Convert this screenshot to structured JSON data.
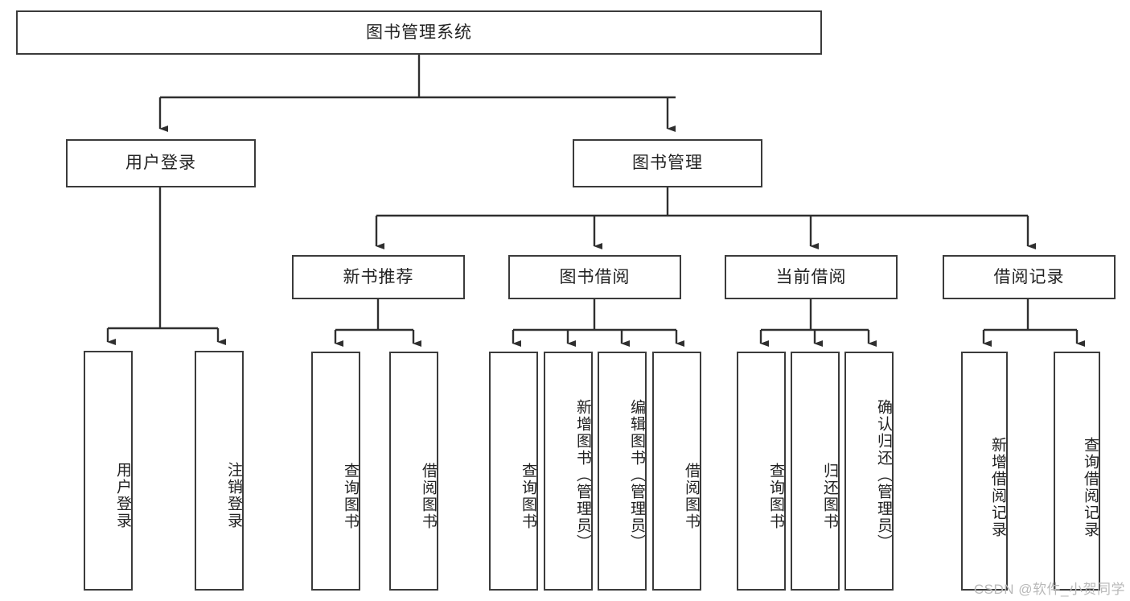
{
  "diagram": {
    "type": "tree-hierarchy",
    "title": "图书管理系统",
    "watermark": "CSDN @软件_小贺同学",
    "stroke_color": "#3b3b3b",
    "fill_color": "#ffffff",
    "text_color": "#222222",
    "levels": 4,
    "root": {
      "label": "图书管理系统",
      "children": [
        {
          "label": "用户登录",
          "children": [
            {
              "label": "用户登录"
            },
            {
              "label": "注销登录"
            }
          ]
        },
        {
          "label": "图书管理",
          "children": [
            {
              "label": "新书推荐",
              "children": [
                {
                  "label": "查询图书"
                },
                {
                  "label": "借阅图书"
                }
              ]
            },
            {
              "label": "图书借阅",
              "children": [
                {
                  "label": "查询图书"
                },
                {
                  "label": "新增图书（管理员）"
                },
                {
                  "label": "编辑图书（管理员）"
                },
                {
                  "label": "借阅图书"
                }
              ]
            },
            {
              "label": "当前借阅",
              "children": [
                {
                  "label": "查询图书"
                },
                {
                  "label": "归还图书"
                },
                {
                  "label": "确认归还（管理员）"
                }
              ]
            },
            {
              "label": "借阅记录",
              "children": [
                {
                  "label": "新增借阅记录"
                },
                {
                  "label": "查询借阅记录"
                }
              ]
            }
          ]
        }
      ]
    },
    "nodes": {
      "root": "图书管理系统",
      "l2_user_login": "用户登录",
      "l2_book_manage": "图书管理",
      "l3_new_book": "新书推荐",
      "l3_book_borrow": "图书借阅",
      "l3_current_borrow": "当前借阅",
      "l3_borrow_record": "借阅记录",
      "leaf_user_login": "用户登录",
      "leaf_logout": "注销登录",
      "leaf_nb_query": "查询图书",
      "leaf_nb_borrow": "借阅图书",
      "leaf_bb_query": "查询图书",
      "leaf_bb_add": "新增图书（管理员）",
      "leaf_bb_edit": "编辑图书（管理员）",
      "leaf_bb_borrow": "借阅图书",
      "leaf_cb_query": "查询图书",
      "leaf_cb_return": "归还图书",
      "leaf_cb_confirm": "确认归还（管理员）",
      "leaf_br_add": "新增借阅记录",
      "leaf_br_query": "查询借阅记录"
    }
  }
}
